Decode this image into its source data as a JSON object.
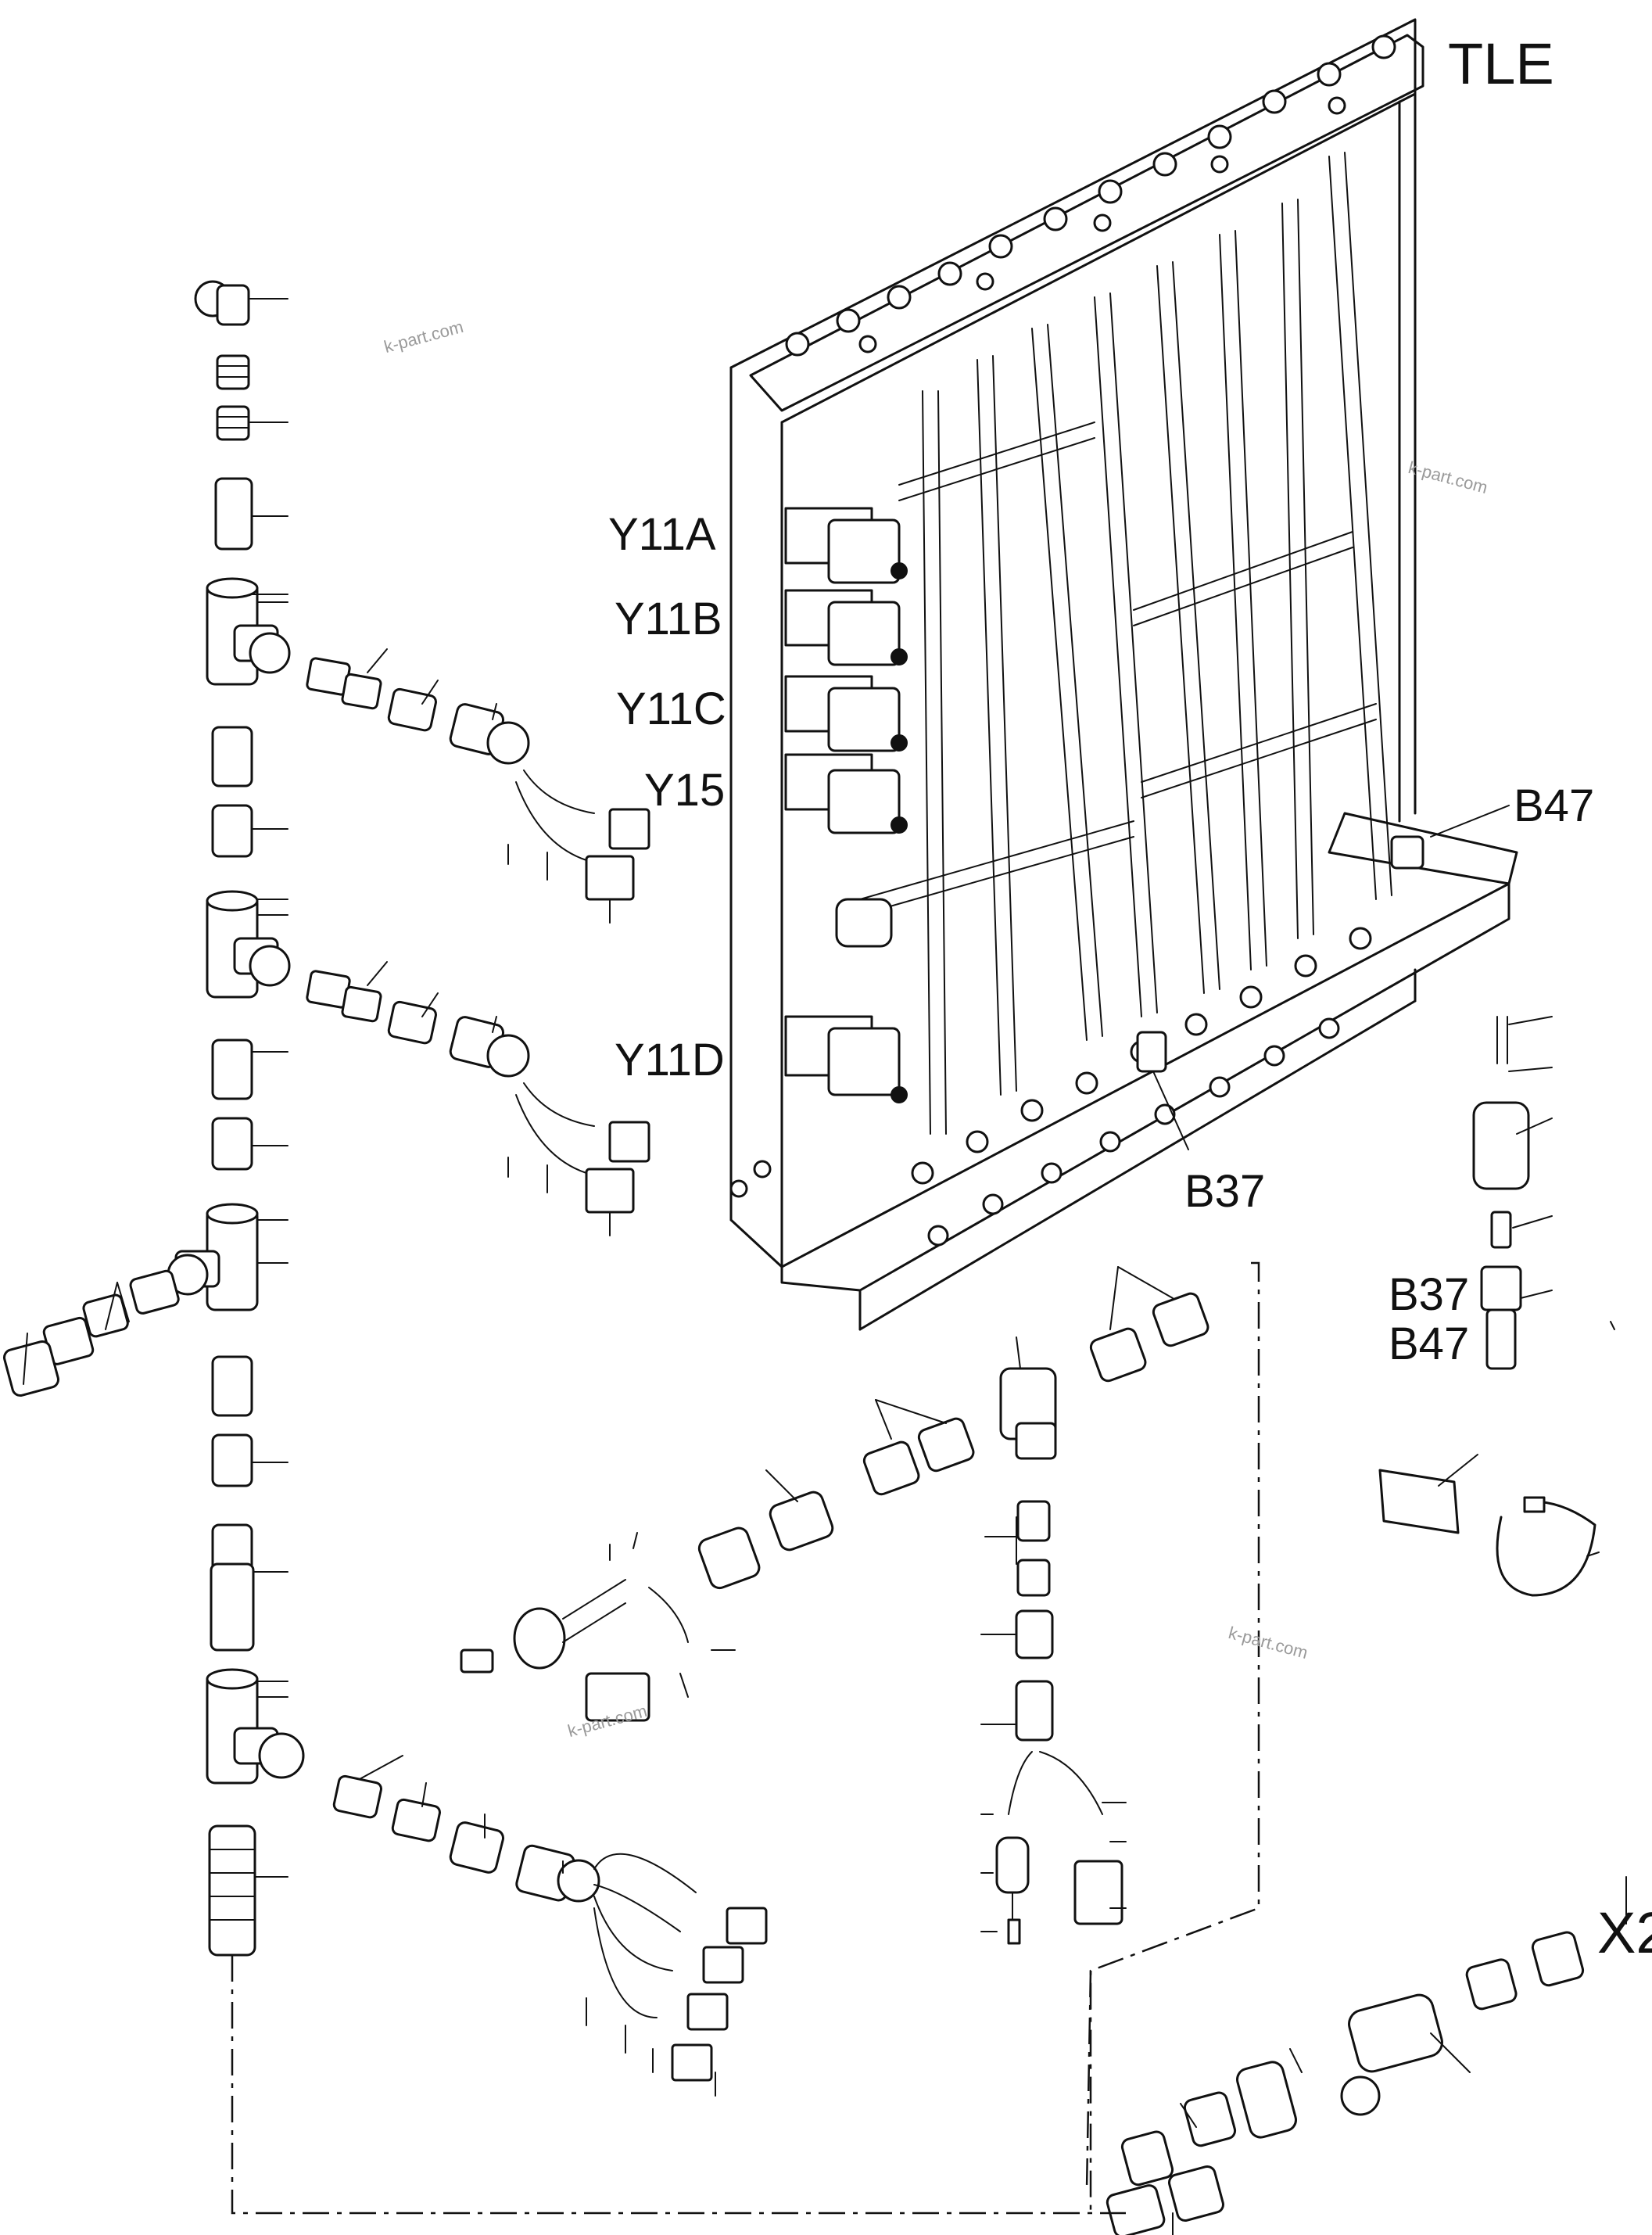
{
  "title": "TLE",
  "labels": {
    "y11a": "Y11A",
    "y11b": "Y11B",
    "y11c": "Y11C",
    "y15": "Y15",
    "y11d": "Y11D",
    "b47_top": "B47",
    "b37_center": "B37",
    "b37_right": "B37",
    "b47_right": "B47",
    "x2": "X2"
  },
  "watermarks": [
    "k-part.com",
    "k-part.com",
    "k-part.com",
    "k-part.com"
  ]
}
